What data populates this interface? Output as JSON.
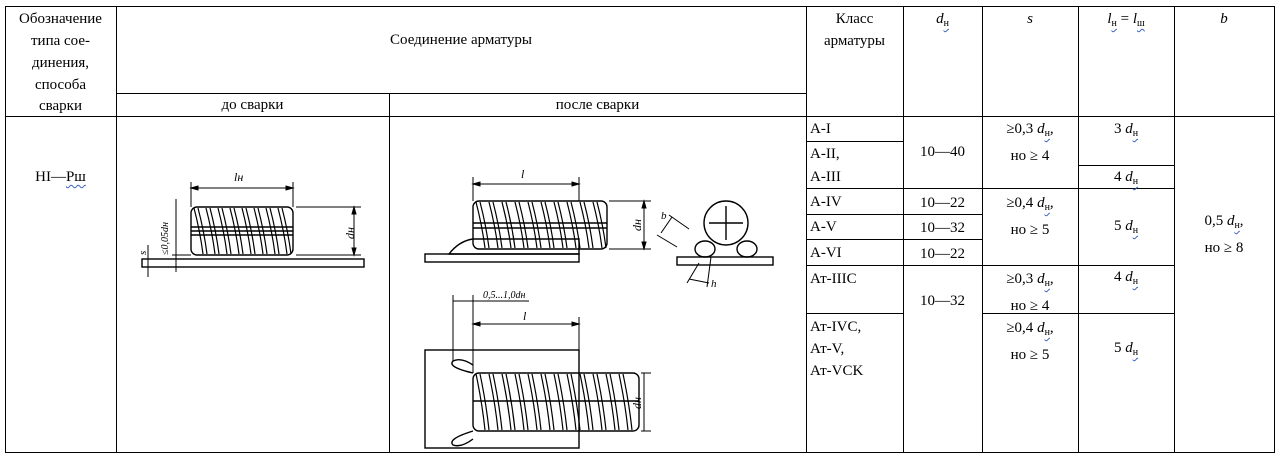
{
  "header": {
    "col_type": [
      "Обозначение",
      "типа сое-",
      "динения,",
      "способа",
      "сварки"
    ],
    "col_connection": "Соединение арматуры",
    "col_before": "до сварки",
    "col_after": "после сварки",
    "col_class": [
      "Класс",
      "арматуры"
    ],
    "col_dn_sym": "d",
    "col_dn_sub": "н",
    "col_s": "s",
    "col_l_sym1": "l",
    "col_l_sub1": "н",
    "col_l_eq": " = ",
    "col_l_sym2": "l",
    "col_l_sub2": "ш",
    "col_b": "b"
  },
  "row": {
    "type_code": "HI—",
    "type_code_wavy": "Рш",
    "classes": [
      "А-I",
      "А-II,",
      "А-III",
      "А-IV",
      "А-V",
      "А-VI",
      "Ат-IIIC",
      "Ат-IVC,",
      "Ат-V,",
      "Ат-VCK"
    ],
    "diameters": [
      "10—40",
      "10—22",
      "10—32",
      "10—22",
      "10—32"
    ],
    "s_values": [
      {
        "l1": "≥0,3 ",
        "l2": "но ≥ 4"
      },
      {
        "l1": "≥0,4 ",
        "l2": "но ≥ 5"
      },
      {
        "l1": "≥0,3 ",
        "l2": "но ≥ 4"
      },
      {
        "l1": "≥0,4 ",
        "l2": "но ≥ 5"
      }
    ],
    "lengths": [
      "3 ",
      "4 ",
      "5 ",
      "4 ",
      "5 "
    ],
    "b_value": {
      "l1": "0,5 ",
      "l2": "но ≥ 8"
    },
    "d_sym": "d",
    "d_sub": "н",
    "comma": ","
  },
  "drawing_labels": {
    "ln": "lн",
    "l": "l",
    "dn": "dн",
    "s": "s",
    "gap": "≤0,05dн",
    "b": "b",
    "h": "h",
    "offset": "0,5...1,0dн"
  }
}
